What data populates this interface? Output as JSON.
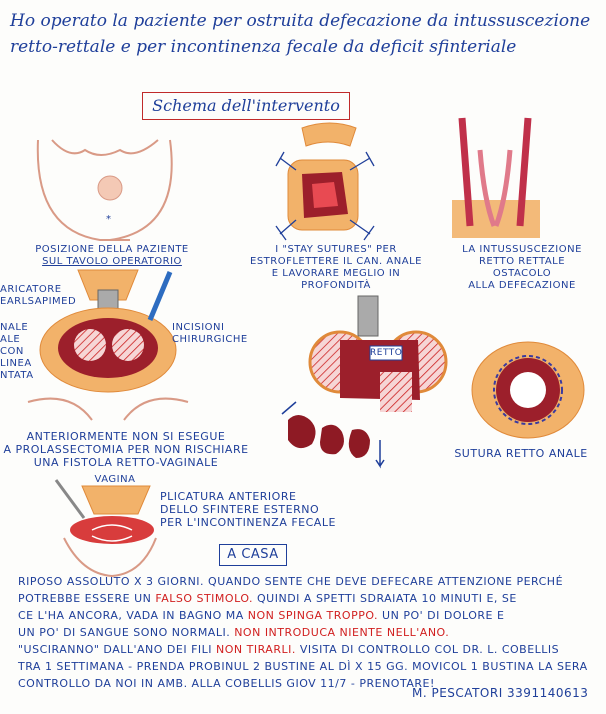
{
  "intro": {
    "line1": "Ho operato la paziente per ostruita defecazione da intussuscezione",
    "line2": "retto-rettale e per incontinenza fecale da deficit sfinteriale"
  },
  "schema_title": "Schema dell'intervento",
  "figures": {
    "position": [
      "POSIZIONE DELLA PAZIENTE",
      "SUL TAVOLO OPERATORIO"
    ],
    "stay_sutures": [
      "I \"STAY SUTURES\" PER",
      "ESTROFLETTERE IL CAN. ANALE",
      "E LAVORARE MEGLIO IN PROFONDITÀ"
    ],
    "intussusception": [
      "LA INTUSSUSCEZIONE",
      "RETTO RETTALE OSTACOLO",
      "ALLA DEFECAZIONE"
    ],
    "dilatore_left": [
      "ARICATORE",
      "EARLSAPIMED"
    ],
    "anale_left": [
      "NALE",
      "ALE CON",
      "LINEA",
      "NTATA"
    ],
    "incisioni": [
      "INCISIONI",
      "CHIRURGICHE"
    ],
    "retto_tag": "RETTO",
    "anterior_note": [
      "ANTERIORMENTE NON SI ESEGUE",
      "A PROLASSECTOMIA PER NON RISCHIARE",
      "UNA FISTOLA RETTO-VAGINALE"
    ],
    "sutura": "SUTURA RETTO ANALE",
    "vagina": "VAGINA",
    "plicatura": [
      "PLICATURA ANTERIORE",
      "DELLO SFINTERE ESTERNO",
      "PER L'INCONTINENZA FECALE"
    ]
  },
  "a_casa": "A CASA",
  "notes": {
    "l1": "RIPOSO ASSOLUTO X 3 GIORNI. QUANDO SENTE CHE DEVE DEFECARE ATTENZIONE PERCHÉ",
    "l2a": "POTREBBE ESSERE UN ",
    "l2b": "FALSO STIMOLO.",
    "l2c": " Quindi a spetti sdraiata 10 minuti e, se",
    "l3a": "ce l'ha ancora, vada in bagno ma ",
    "l3b": "NON SPINGA TROPPO.",
    "l3c": " Un po' di dolore e",
    "l4a": "un po' di sangue sono normali. ",
    "l4b": "NON INTRODUCA NIENTE NELL'ANO.",
    "l5a": "\"Usciranno\" dall'ano dei fili ",
    "l5b": "NON TIRARLI.",
    "l5c": " Visita di controllo col dr. L. Cobellis",
    "l6": "tra 1 settimana - PRENDA PROBINUL 2 bustine al dì x 15 gg. MOVICOL 1 BUSTINA LA SERA",
    "l7": "controllo da noi in amb. alla Cobellis GIOV 11/7 - Prenotare!"
  },
  "signature": "M. PESCATORI 3391140613",
  "colors": {
    "ink_blue": "#1f3f9a",
    "ink_red": "#d12020",
    "tissue_orange": "#f2b26a",
    "mucosa_red": "#9c1f2b",
    "flesh_pink": "#f4c9b5"
  }
}
